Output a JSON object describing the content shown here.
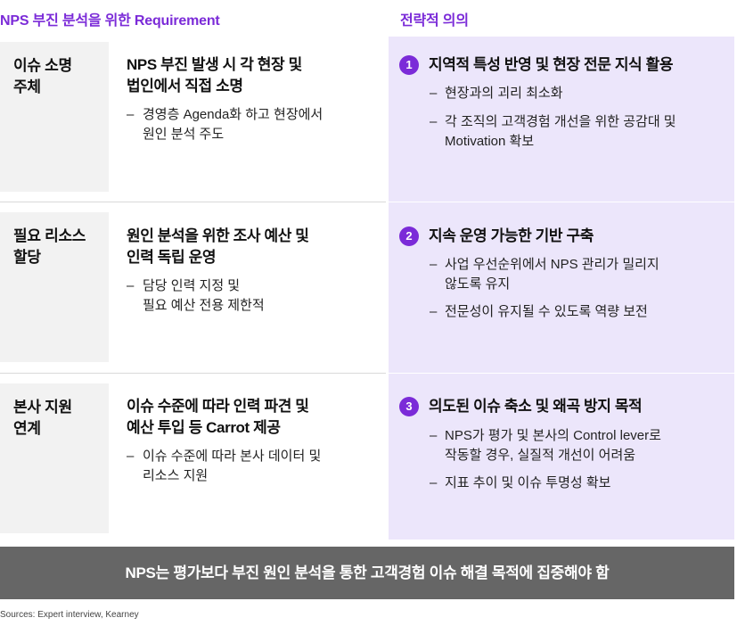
{
  "headers": {
    "requirement": "NPS 부진 분석을 위한 Requirement",
    "strategic": "전략적 의의"
  },
  "rows": [
    {
      "label_line1": "이슈 소명",
      "label_line2": "주체",
      "title_line1": "NPS 부진 발생 시 각 현장 및",
      "title_line2": "법인에서 직접 소명",
      "bullets": [
        {
          "line1": "경영층 Agenda화 하고 현장에서",
          "line2": "원인 분석 주도"
        }
      ],
      "strategy": {
        "number": "1",
        "title": "지역적 특성 반영 및 현장 전문 지식 활용",
        "bullets": [
          {
            "line1": "현장과의 괴리 최소화",
            "line2": ""
          },
          {
            "line1": "각 조직의 고객경험 개선을 위한 공감대 및",
            "line2": "Motivation 확보"
          }
        ]
      }
    },
    {
      "label_line1": "필요 리소스",
      "label_line2": "할당",
      "title_line1": "원인 분석을 위한 조사 예산 및",
      "title_line2": "인력 독립 운영",
      "bullets": [
        {
          "line1": "담당 인력 지정 및",
          "line2": "필요 예산 전용 제한적"
        }
      ],
      "strategy": {
        "number": "2",
        "title": "지속 운영 가능한 기반 구축",
        "bullets": [
          {
            "line1": "사업 우선순위에서 NPS 관리가 밀리지",
            "line2": "않도록 유지"
          },
          {
            "line1": "전문성이 유지될 수 있도록 역량 보전",
            "line2": ""
          }
        ]
      }
    },
    {
      "label_line1": "본사 지원",
      "label_line2": "연계",
      "title_line1": "이슈 수준에 따라 인력 파견 및",
      "title_line2": "예산 투입 등 Carrot 제공",
      "bullets": [
        {
          "line1": "이슈 수준에 따라 본사 데이터 및",
          "line2": "리소스 지원"
        }
      ],
      "strategy": {
        "number": "3",
        "title": "의도된 이슈 축소 및 왜곡 방지 목적",
        "bullets": [
          {
            "line1": "NPS가 평가 및 본사의 Control lever로",
            "line2": "작동할 경우, 실질적 개선이 어려움"
          },
          {
            "line1": "지표 추이 및 이슈 투명성 확보",
            "line2": ""
          }
        ]
      }
    }
  ],
  "conclusion": "NPS는 평가보다 부진 원인 분석을 통한 고객경험 이슈 해결 목적에 집중해야 함",
  "source": "Sources: Expert interview, Kearney",
  "colors": {
    "accent": "#7b2bd8",
    "panel": "#ece6fb",
    "label_bg": "#f2f2f2",
    "conclusion_bg": "#666666"
  }
}
